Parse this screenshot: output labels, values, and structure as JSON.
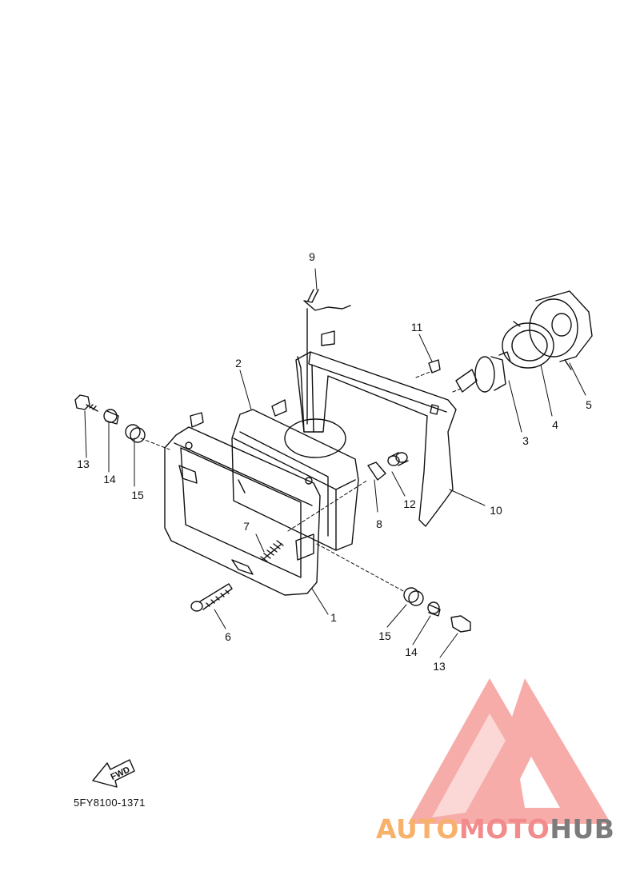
{
  "diagram": {
    "code": "5FY8100-1371",
    "fwd_label": "FWD",
    "labels": {
      "p1": "1",
      "p2": "2",
      "p3": "3",
      "p4": "4",
      "p5": "5",
      "p6": "6",
      "p7": "7",
      "p8": "8",
      "p9": "9",
      "p10": "10",
      "p11": "11",
      "p12": "12",
      "p13a": "13",
      "p14a": "14",
      "p15a": "15",
      "p13b": "13",
      "p14b": "14",
      "p15b": "15"
    }
  },
  "watermark": {
    "part1": "AUTO",
    "part2": "MOTO",
    "part3": "HUB",
    "colors": {
      "orange": "#f7b16a",
      "red": "#f28b8b",
      "gray": "#7c7c7c",
      "logo": "#f6a5a2"
    }
  }
}
